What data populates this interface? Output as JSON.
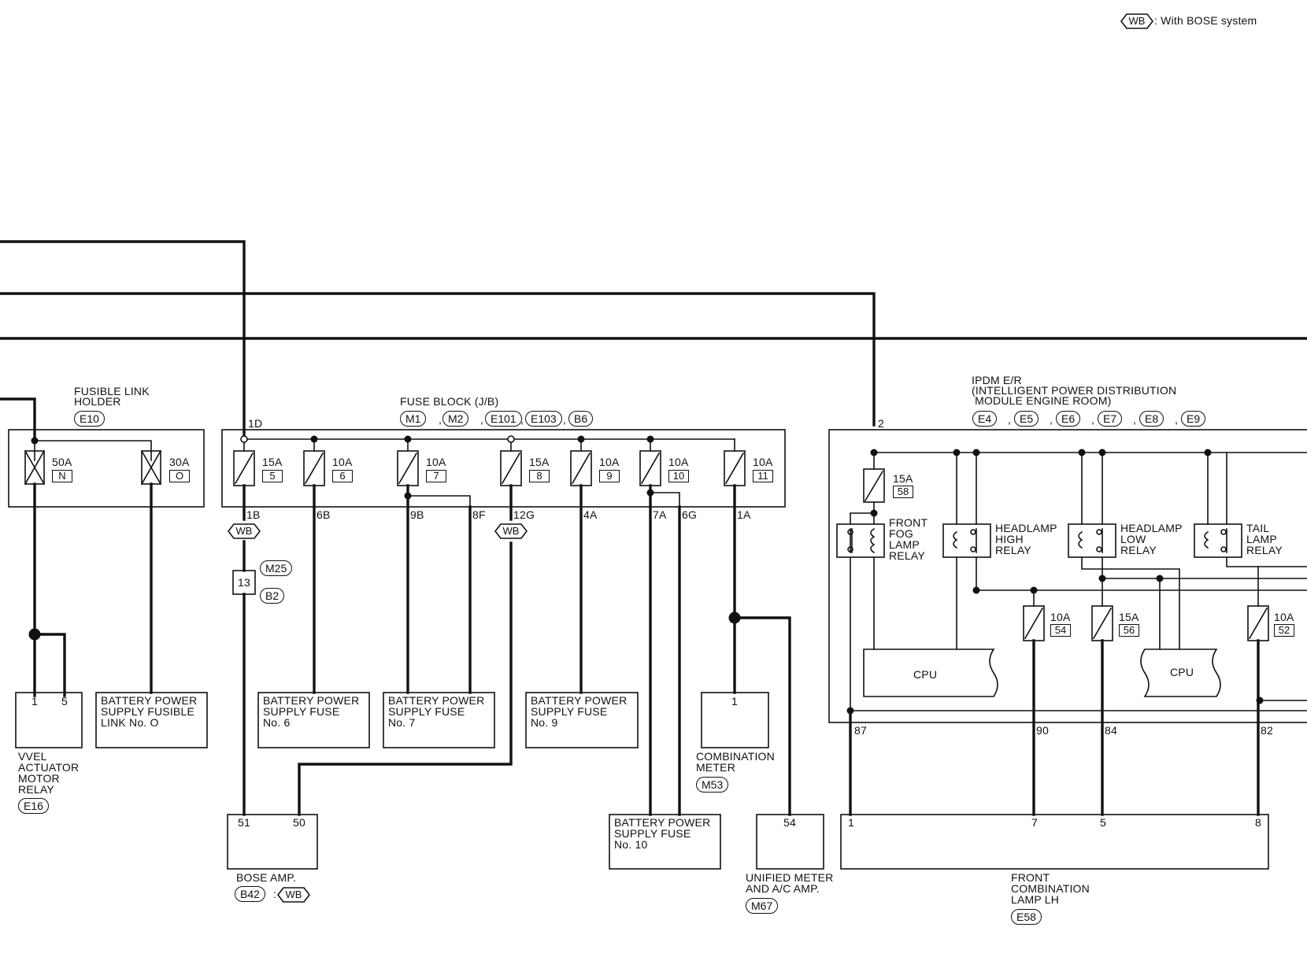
{
  "legend": {
    "code": "WB",
    "text": ": With BOSE system"
  },
  "fusible_link_holder": {
    "title_line1": "FUSIBLE LINK",
    "title_line2": "HOLDER",
    "connector": "E10",
    "fuses": [
      {
        "amp": "50A",
        "id": "N"
      },
      {
        "amp": "30A",
        "id": "O"
      }
    ]
  },
  "fuse_block": {
    "title": "FUSE BLOCK (J/B)",
    "connectors": [
      "M1",
      "M2",
      "E101",
      "E103",
      "B6"
    ],
    "input_terminal": "1D",
    "fuses": [
      {
        "amp": "15A",
        "id": "5"
      },
      {
        "amp": "10A",
        "id": "6"
      },
      {
        "amp": "10A",
        "id": "7"
      },
      {
        "amp": "15A",
        "id": "8"
      },
      {
        "amp": "10A",
        "id": "9"
      },
      {
        "amp": "10A",
        "id": "10"
      },
      {
        "amp": "10A",
        "id": "11"
      }
    ],
    "terminals": [
      "1B",
      "6B",
      "9B",
      "8F",
      "12G",
      "4A",
      "7A",
      "6G",
      "1A"
    ]
  },
  "ipdm": {
    "title_line1": "IPDM E/R",
    "title_line2": "(INTELLIGENT POWER DISTRIBUTION",
    "title_line3": " MODULE ENGINE ROOM)",
    "connectors": [
      "E4",
      "E5",
      "E6",
      "E7",
      "E8",
      "E9"
    ],
    "input_terminal": "2",
    "main_fuse": {
      "amp": "15A",
      "id": "58"
    },
    "relays": [
      {
        "line1": "FRONT",
        "line2": "FOG",
        "line3": "LAMP",
        "line4": "RELAY"
      },
      {
        "line1": "HEADLAMP",
        "line2": "HIGH",
        "line3": "RELAY"
      },
      {
        "line1": "HEADLAMP",
        "line2": "LOW",
        "line3": "RELAY"
      },
      {
        "line1": "TAIL",
        "line2": "LAMP",
        "line3": "RELAY"
      }
    ],
    "fuses": [
      {
        "amp": "10A",
        "id": "54"
      },
      {
        "amp": "15A",
        "id": "56"
      },
      {
        "amp": "10A",
        "id": "52"
      }
    ],
    "cpu_labels": [
      "CPU",
      "CPU"
    ],
    "terminals": [
      "87",
      "90",
      "84",
      "82"
    ]
  },
  "bose_splice": {
    "pin": "13",
    "connectors": [
      "M25",
      "B2"
    ],
    "code": "WB"
  },
  "components": {
    "vvel": {
      "pins": [
        "1",
        "5"
      ],
      "line1": "VVEL",
      "line2": "ACTUATOR",
      "line3": "MOTOR",
      "line4": "RELAY",
      "connector": "E16"
    },
    "bps_link_o": {
      "line1": "BATTERY POWER",
      "line2": "SUPPLY FUSIBLE",
      "line3": "LINK No. O"
    },
    "bps_fuse_6": {
      "line1": "BATTERY POWER",
      "line2": "SUPPLY FUSE",
      "line3": "No. 6"
    },
    "bps_fuse_7": {
      "line1": "BATTERY POWER",
      "line2": "SUPPLY FUSE",
      "line3": "No. 7"
    },
    "bps_fuse_9": {
      "line1": "BATTERY POWER",
      "line2": "SUPPLY FUSE",
      "line3": "No. 9"
    },
    "bps_fuse_10": {
      "line1": "BATTERY POWER",
      "line2": "SUPPLY FUSE",
      "line3": "No. 10"
    },
    "combination_meter": {
      "pin": "1",
      "line1": "COMBINATION",
      "line2": "METER",
      "connector": "M53"
    },
    "bose_amp": {
      "pins": [
        "51",
        "50"
      ],
      "label": "BOSE AMP.",
      "connector": "B42",
      "code": "WB"
    },
    "unified_meter": {
      "pin": "54",
      "line1": "UNIFIED METER",
      "line2": "AND A/C AMP.",
      "connector": "M67"
    },
    "front_combination_lamp": {
      "pins": [
        "1",
        "7",
        "5",
        "8"
      ],
      "line1": "FRONT",
      "line2": "COMBINATION",
      "line3": "LAMP LH",
      "connector": "E58"
    }
  }
}
